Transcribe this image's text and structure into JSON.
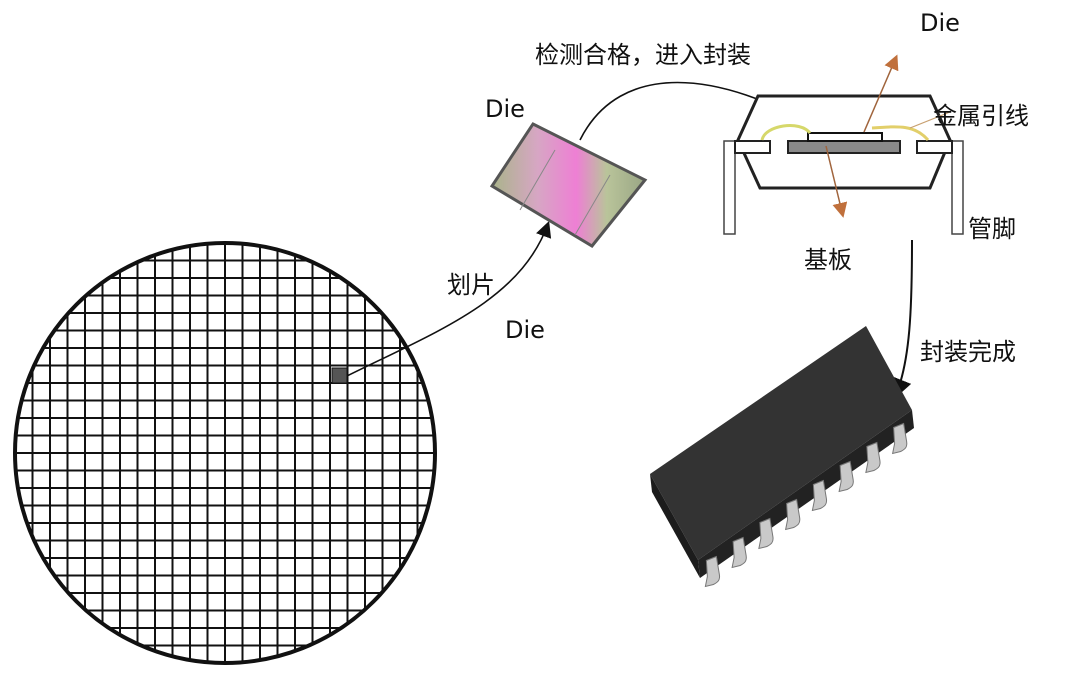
{
  "labels": {
    "dicing": "划片",
    "die_wafer": "Die",
    "die_chip": "Die",
    "inspection": "检测合格，进入封装",
    "die_package": "Die",
    "bond_wire": "金属引线",
    "pins": "管脚",
    "substrate": "基板",
    "packaging_done": "封装完成"
  },
  "colors": {
    "line": "#111111",
    "wire": "#d6d86a",
    "pointer": "#a0643c",
    "die_pink": "#e77fcf",
    "die_green": "#aab58a",
    "chip_body": "#2a2a2a"
  }
}
